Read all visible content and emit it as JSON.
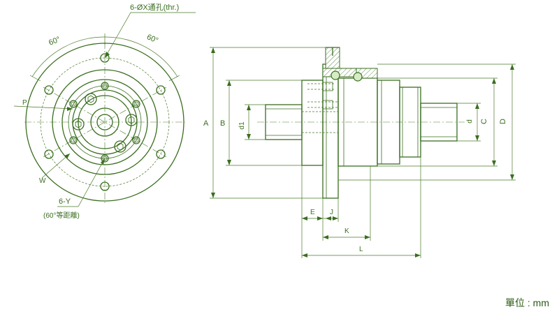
{
  "labels": {
    "holes": "6-ØX通孔(thr.)",
    "angle_left": "60°",
    "angle_right": "60°",
    "p": "P",
    "w": "W",
    "y": "6-Y",
    "equal": "(60°等距離)",
    "a": "A",
    "b": "B",
    "d1": "d1",
    "d": "d",
    "c": "C",
    "dd": "D",
    "e": "E",
    "j": "J",
    "k": "K",
    "l": "L"
  },
  "unit": "單位 : mm",
  "colors": {
    "line": "#3a6e1f",
    "fill": "#d6ecc4"
  }
}
